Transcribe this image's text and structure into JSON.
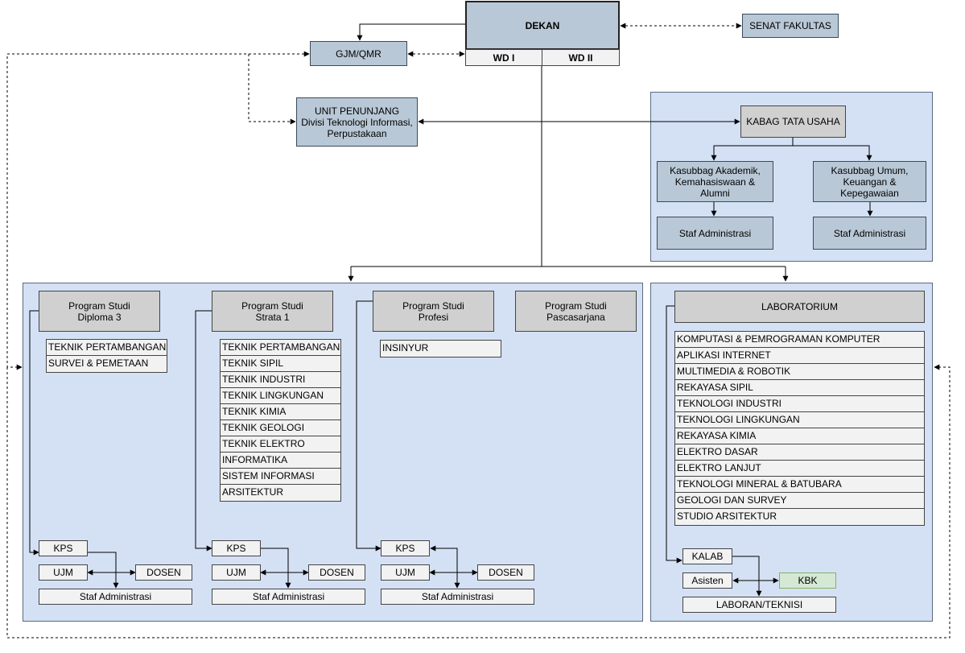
{
  "dekan": {
    "title": "DEKAN",
    "wd1": "WD I",
    "wd2": "WD II"
  },
  "senat": "SENAT FAKULTAS",
  "gjm": "GJM/QMR",
  "unit": {
    "line1": "UNIT PENUNJANG",
    "line2": "Divisi Teknologi Informasi,",
    "line3": "Perpustakaan"
  },
  "tata_usaha": {
    "head": "KABAG TATA USAHA",
    "akademik": {
      "line1": "Kasubbag Akademik,",
      "line2": "Kemahasiswaan &",
      "line3": "Alumni"
    },
    "umum": {
      "line1": "Kasubbag Umum,",
      "line2": "Keuangan &",
      "line3": "Kepegawaian"
    },
    "staf_left": "Staf Administrasi",
    "staf_right": "Staf Administrasi"
  },
  "programs": {
    "d3": {
      "line1": "Program Studi",
      "line2": "Diploma 3",
      "items": [
        "TEKNIK PERTAMBANGAN",
        "SURVEI & PEMETAAN"
      ]
    },
    "s1": {
      "line1": "Program Studi",
      "line2": "Strata 1",
      "items": [
        "TEKNIK PERTAMBANGAN",
        "TEKNIK SIPIL",
        "TEKNIK INDUSTRI",
        "TEKNIK LINGKUNGAN",
        "TEKNIK KIMIA",
        "TEKNIK GEOLOGI",
        "TEKNIK ELEKTRO",
        "INFORMATIKA",
        "SISTEM INFORMASI",
        "ARSITEKTUR"
      ]
    },
    "profesi": {
      "line1": "Program Studi",
      "line2": "Profesi",
      "items": [
        "INSINYUR"
      ]
    },
    "pasca": {
      "line1": "Program Studi",
      "line2": "Pascasarjana"
    }
  },
  "roles": {
    "kps": "KPS",
    "ujm": "UJM",
    "dosen": "DOSEN",
    "staf": "Staf Administrasi"
  },
  "lab": {
    "title": "LABORATORIUM",
    "items": [
      "KOMPUTASI & PEMROGRAMAN KOMPUTER",
      "APLIKASI INTERNET",
      "MULTIMEDIA & ROBOTIK",
      "REKAYASA SIPIL",
      "TEKNOLOGI INDUSTRI",
      "TEKNOLOGI LINGKUNGAN",
      "REKAYASA KIMIA",
      "ELEKTRO DASAR",
      "ELEKTRO LANJUT",
      "TEKNOLOGI MINERAL & BATUBARA",
      "GEOLOGI DAN SURVEY",
      "STUDIO ARSITEKTUR"
    ],
    "kalab": "KALAB",
    "asisten": "Asisten",
    "kbk": "KBK",
    "laboran": "LABORAN/TEKNISI"
  }
}
